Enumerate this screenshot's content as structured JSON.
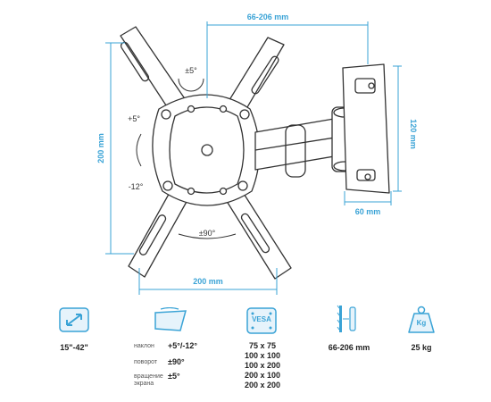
{
  "diagram": {
    "dim_arm_range": "66-206 mm",
    "dim_height": "200 mm",
    "dim_width": "200 mm",
    "dim_plate_height": "120 mm",
    "dim_plate_width": "60 mm",
    "rotate_label": "±5°",
    "tilt_up": "+5°",
    "tilt_down": "-12°",
    "swivel_label": "±90°"
  },
  "specs": {
    "screen_size": "15\"-42\"",
    "tilt_label": "наклон",
    "tilt_value": "+5°/-12°",
    "swivel_label": "поворот",
    "swivel_value": "±90°",
    "rotate_label_line1": "вращение",
    "rotate_label_line2": "экрана",
    "rotate_value": "±5°",
    "vesa_badge": "VESA",
    "vesa_values": [
      "75 x 75",
      "100 x 100",
      "100 x 200",
      "200 x 100",
      "200 x 200"
    ],
    "distance": "66-206 mm",
    "weight_badge": "Kg",
    "weight": "25 kg"
  },
  "colors": {
    "accent": "#3aa3d6",
    "icon_fill": "#e6f3fb"
  }
}
